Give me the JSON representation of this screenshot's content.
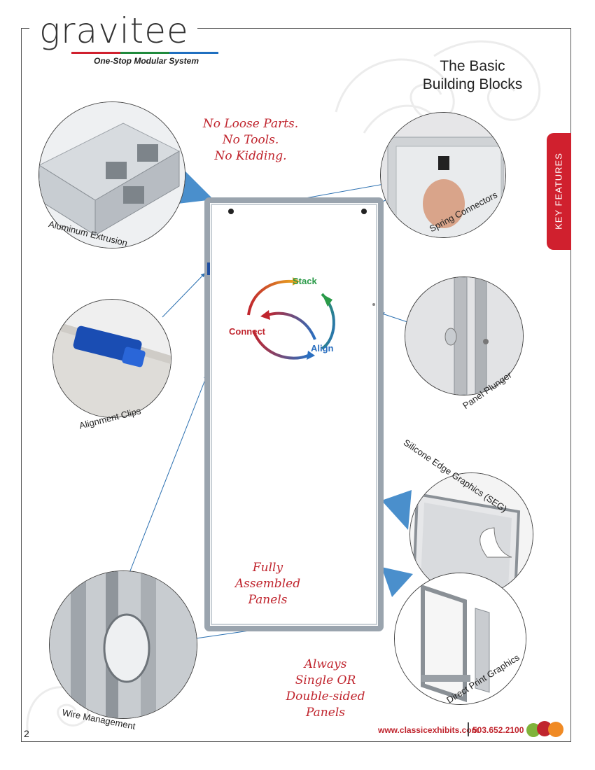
{
  "brand": {
    "name": "gravitee",
    "tagline": "One-Stop Modular System",
    "line_colors": [
      "#d0202e",
      "#1f8a3c",
      "#1f6fc0"
    ]
  },
  "title": {
    "line1": "The Basic",
    "line2": "Building Blocks"
  },
  "side_tab": {
    "label": "KEY FEATURES",
    "color": "#d0202e"
  },
  "callouts": {
    "no_loose": [
      "No Loose Parts.",
      "No Tools.",
      "No Kidding."
    ],
    "fully_assembled": [
      "Fully",
      "Assembled",
      "Panels"
    ],
    "always": [
      "Always",
      "Single OR",
      "Double-sided",
      "Panels"
    ]
  },
  "features": {
    "aluminum_extrusion": "Aluminum Extrusion",
    "spring_connectors": "Spring Connectors",
    "alignment_clips": "Alignment Clips",
    "panel_plunger": "Panel Plunger",
    "seg": "Silicone Edge Graphics (SEG)",
    "direct_print": "Direct Print Graphics",
    "wire_management": "Wire Management"
  },
  "cycle": {
    "stack": "Stack",
    "connect": "Connect",
    "align": "Align",
    "stack_color": "#2a9a48",
    "connect_color": "#c0252e",
    "align_color": "#2a6fc0"
  },
  "footer": {
    "url": "www.classicexhibits.com",
    "phone": "503.652.2100",
    "page": "2"
  },
  "accent_colors": {
    "red": "#c0252e",
    "arrow_blue": "#4a8fcc"
  }
}
